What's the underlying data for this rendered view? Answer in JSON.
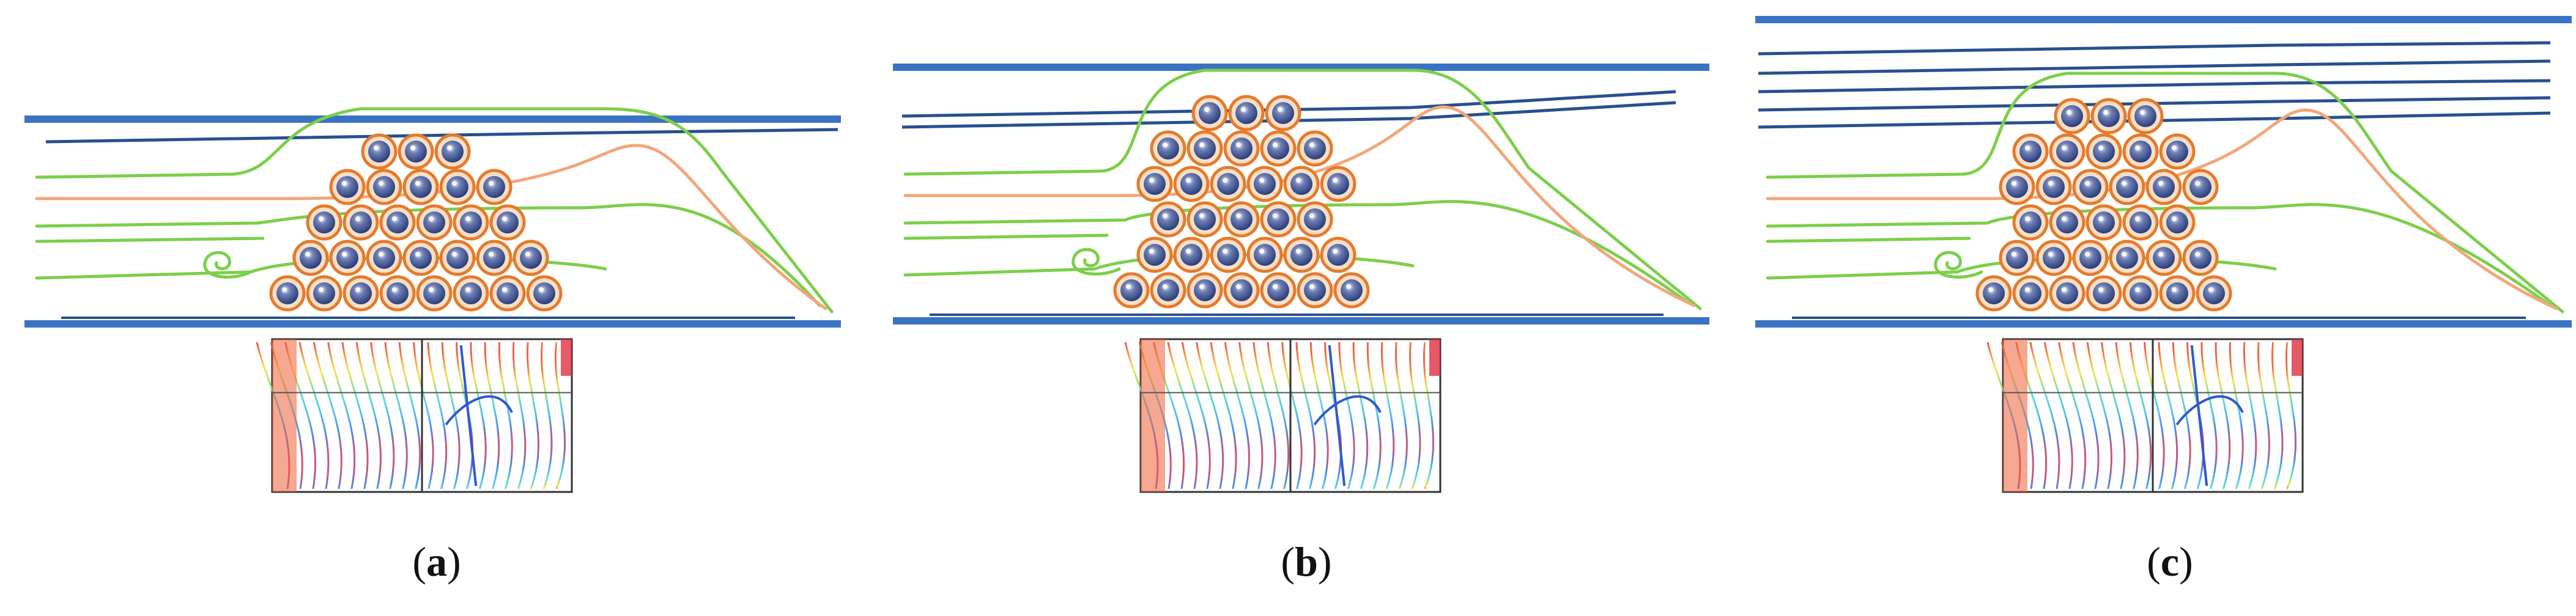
{
  "panels": [
    {
      "id": "a",
      "caption_letter": "a",
      "bubble_rows": [
        8,
        7,
        6,
        5,
        3
      ],
      "extra_top_lines": 0
    },
    {
      "id": "b",
      "caption_letter": "b",
      "bubble_rows": [
        7,
        6,
        5,
        6,
        5,
        3
      ],
      "extra_top_lines": 1
    },
    {
      "id": "c",
      "caption_letter": "c",
      "bubble_rows": [
        7,
        6,
        5,
        6,
        5,
        3
      ],
      "extra_top_lines": 4
    }
  ],
  "colors": {
    "wall": "#3b73c4",
    "wall_dark": "#28508f",
    "streamline_green": "#7ccf4a",
    "streamline_orange": "#f2a77a",
    "bubble_ring": "#e67a2a",
    "bubble_core": "#2c3e7a",
    "bubble_highlight": "#ffffff"
  }
}
